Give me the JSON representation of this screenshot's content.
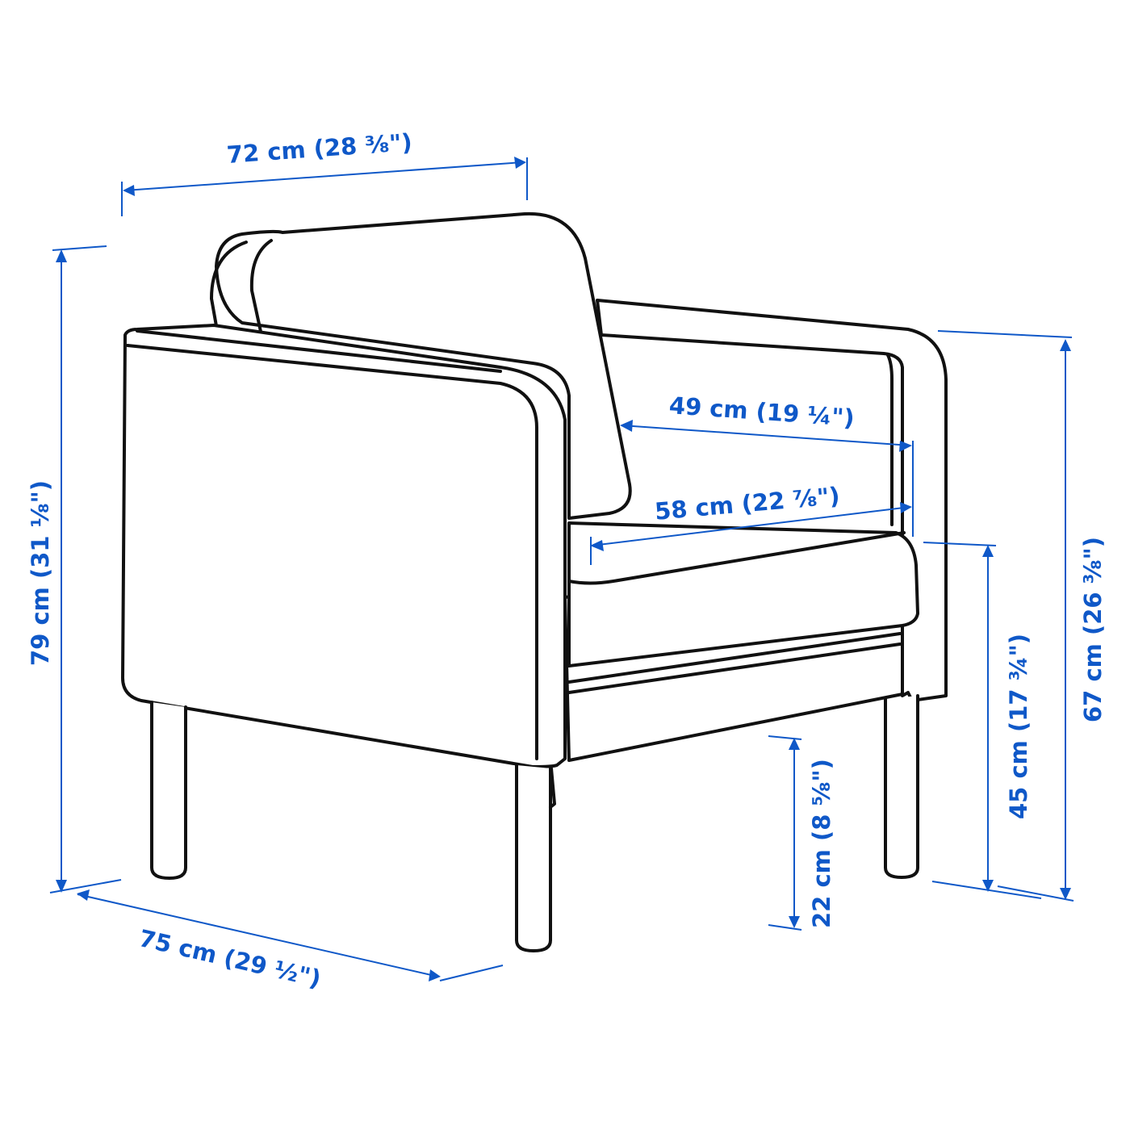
{
  "diagram": {
    "subject": "armchair",
    "accent_color": "#0f58c8",
    "line_color": "#111111",
    "dimensions": {
      "width": {
        "label": "72 cm (28 ⅜\")",
        "cm": 72,
        "inches": "28 3/8"
      },
      "height": {
        "label": "79 cm (31 ⅛\")",
        "cm": 79,
        "inches": "31 1/8"
      },
      "depth": {
        "label": "75 cm (29 ½\")",
        "cm": 75,
        "inches": "29 1/2"
      },
      "seat_depth": {
        "label": "49 cm (19 ¼\")",
        "cm": 49,
        "inches": "19 1/4"
      },
      "seat_width": {
        "label": "58 cm (22 ⅞\")",
        "cm": 58,
        "inches": "22 7/8"
      },
      "free_height_under": {
        "label": "22 cm (8 ⅝\")",
        "cm": 22,
        "inches": "8 5/8"
      },
      "seat_height": {
        "label": "45 cm (17 ¾\")",
        "cm": 45,
        "inches": "17 3/4"
      },
      "armrest_height": {
        "label": "67 cm (26 ⅜\")",
        "cm": 67,
        "inches": "26 3/8"
      }
    }
  }
}
